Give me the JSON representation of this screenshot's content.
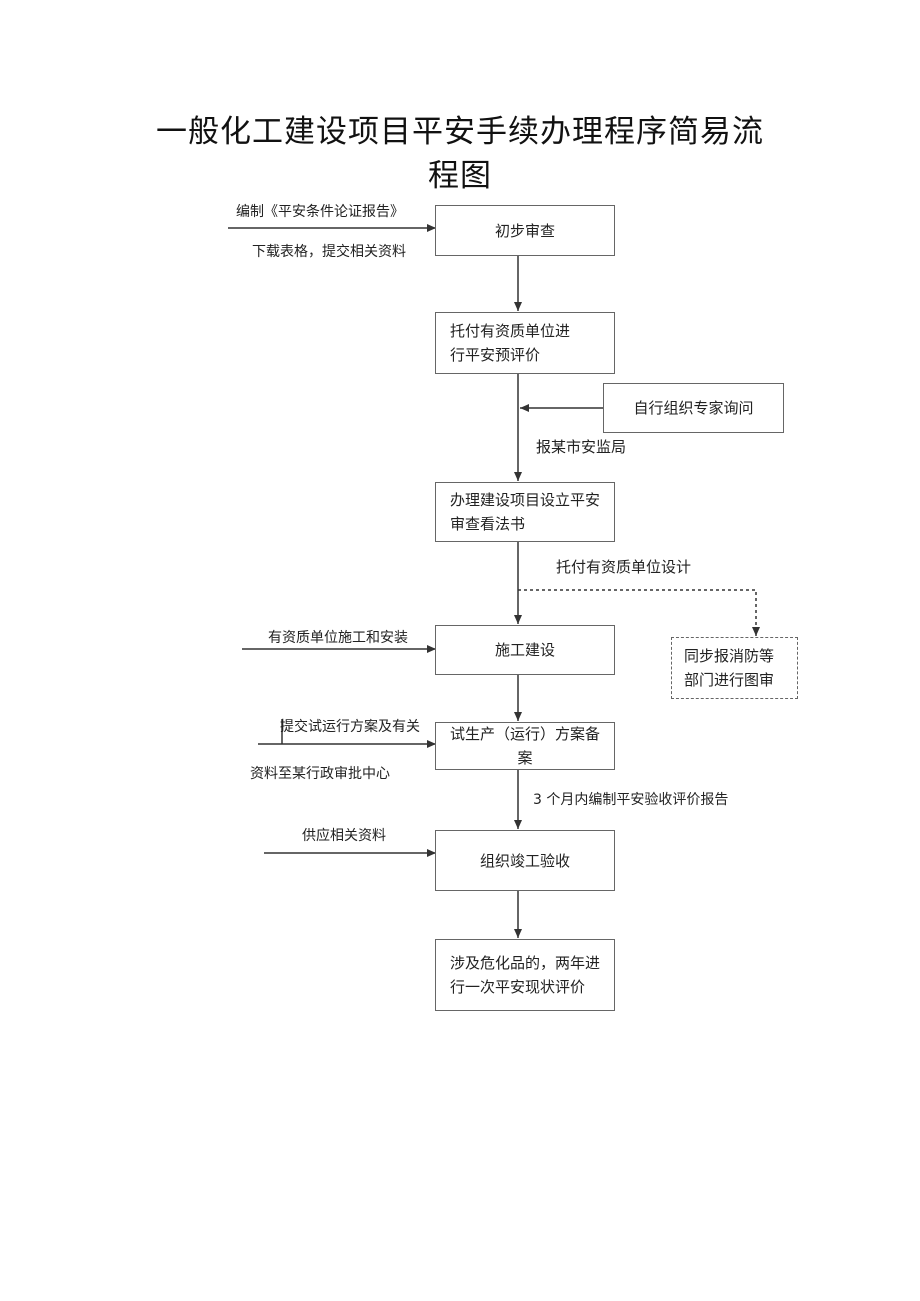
{
  "title": {
    "line1": "一般化工建设项目平安手续办理程序简易流",
    "line2": "程图"
  },
  "boxes": {
    "b1": "初步审查",
    "b2_l1": "托付有资质单位进",
    "b2_l2": "行平安预评价",
    "side1": "自行组织专家询问",
    "b3_l1": "办理建设项目设立平安",
    "b3_l2": "审查看法书",
    "b4": "施工建设",
    "side2_l1": "同步报消防等",
    "side2_l2": "部门进行图审",
    "b5": "试生产（运行）方案备案",
    "b6": "组织竣工验收",
    "b7_l1": "涉及危化品的，两年进",
    "b7_l2": "行一次平安现状评价"
  },
  "labels": {
    "l1a": "编制《平安条件论证报告》",
    "l1b": "下载表格，提交相关资料",
    "l2": "报某市安监局",
    "l3": "托付有资质单位设计",
    "l4": "有资质单位施工和安装",
    "l5a": "提交试运行方案及有关",
    "l5b": "资料至某行政审批中心",
    "l6": "3 个月内编制平安验收评价报告",
    "l7": "供应相关资料"
  },
  "colors": {
    "line": "#333333",
    "border": "#666666"
  }
}
